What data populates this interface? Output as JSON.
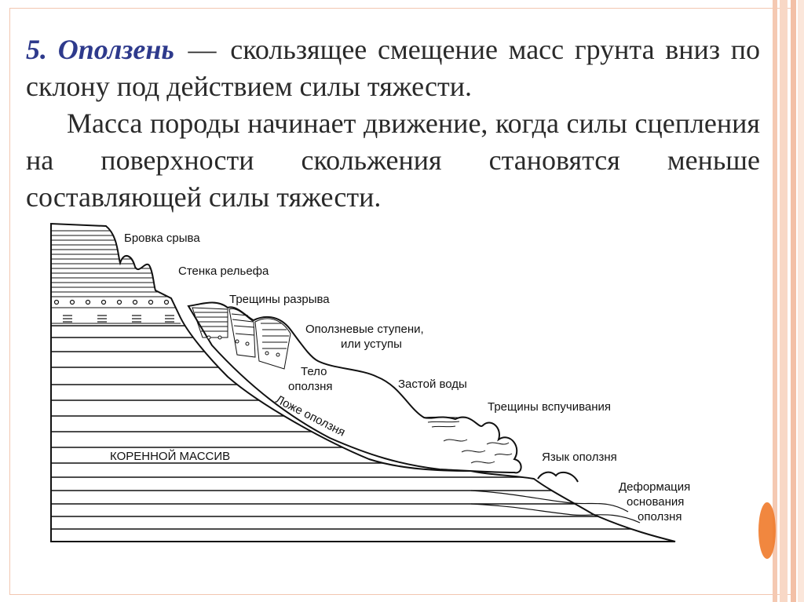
{
  "definition": {
    "number": "5.",
    "term": "Оползень",
    "dash": "—",
    "text": "скользящее смещение масс грунта вниз по склону под действием силы тяжести."
  },
  "explanation": "Масса породы начинает движение, когда силы сцепления на поверхности скольжения становятся меньше составляющей силы тяжести.",
  "diagram": {
    "labels": {
      "brovka": "Бровка срыва",
      "stenka": "Стенка рельефа",
      "treshchiny_razryva": "Трещины разрыва",
      "stupeni_1": "Оползневые ступени,",
      "stupeni_2": "или уступы",
      "telo_1": "Тело",
      "telo_2": "оползня",
      "zastoy": "Застой воды",
      "vspuchivanie": "Трещины вспучивания",
      "lozhe": "Ложе оползня",
      "korennoy": "КОРЕННОЙ МАССИВ",
      "yazyk": "Язык оползня",
      "deform_1": "Деформация",
      "deform_2": "основания",
      "deform_3": "оползня"
    }
  }
}
